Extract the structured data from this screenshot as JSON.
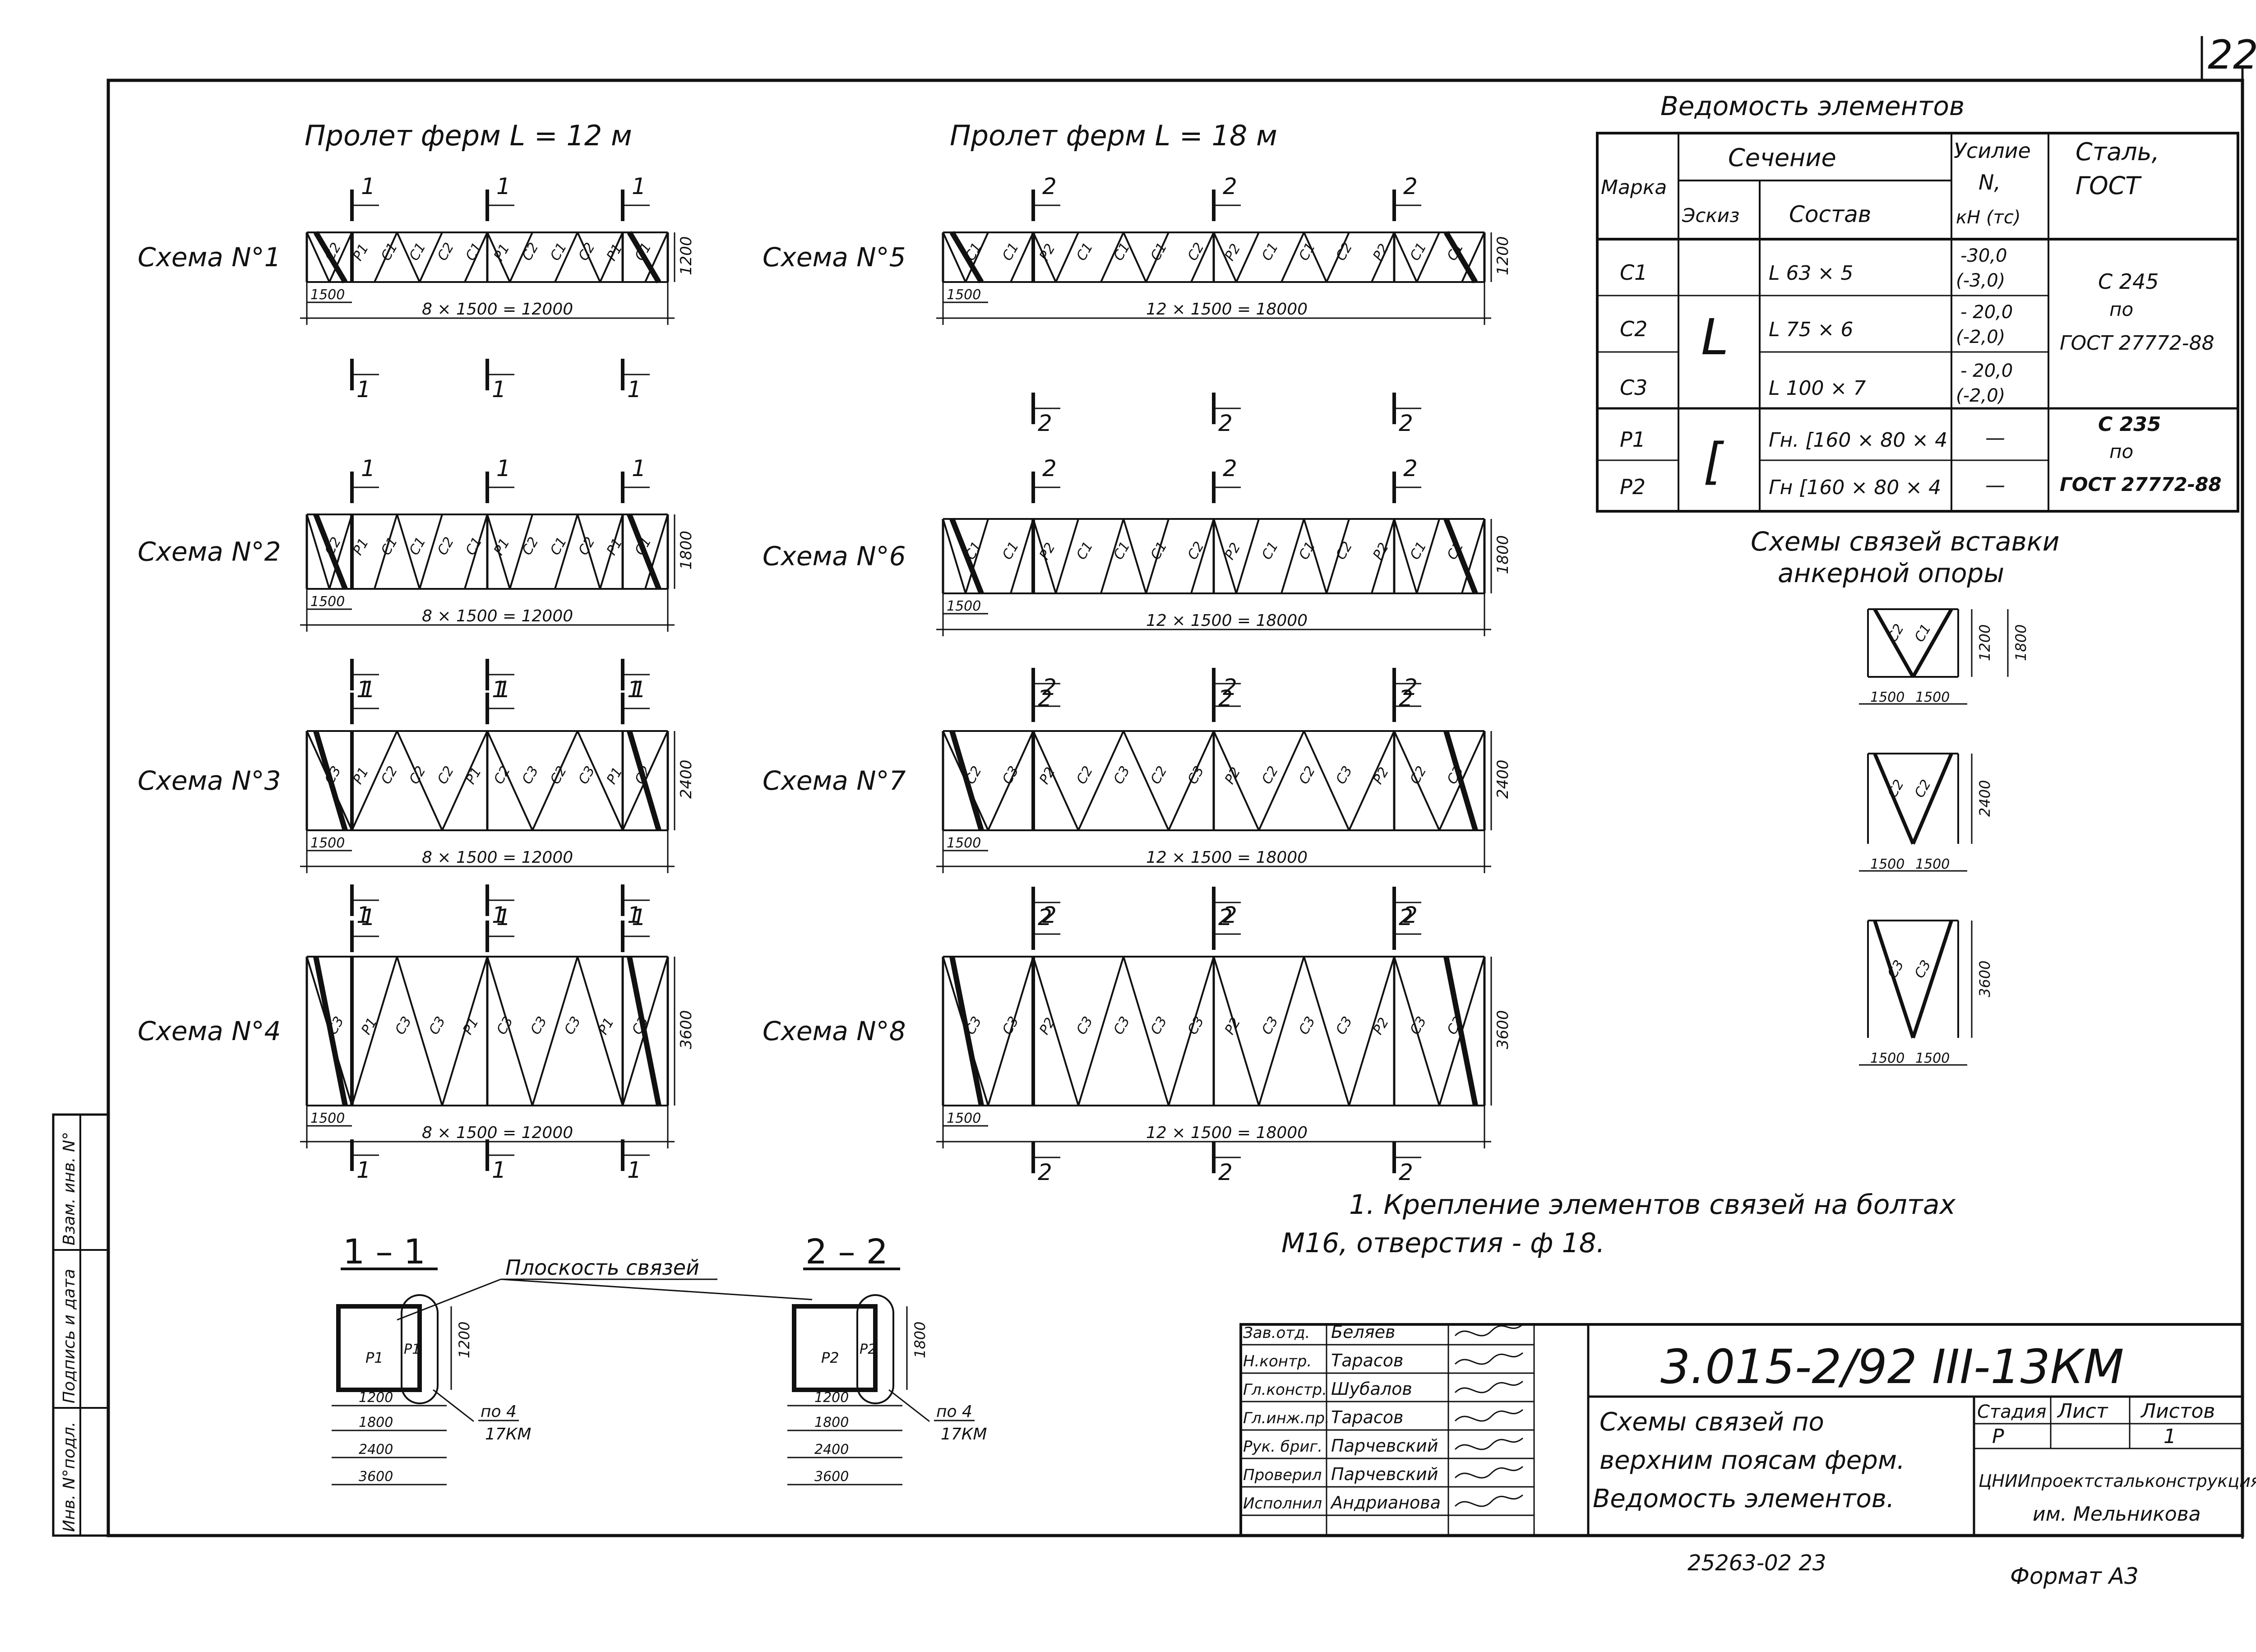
{
  "sheet_number": "22",
  "span_12": "Пролет ферм L = 12 м",
  "span_18": "Пролет ферм L = 18 м",
  "schemes": [
    {
      "name": "Схема N°1",
      "height": "1200",
      "dim": "8 × 1500 = 12000",
      "first": "1500",
      "mark": "1",
      "labels": [
        "С2",
        "Р1",
        "С1",
        "С1",
        "С2",
        "С1",
        "Р1",
        "С2",
        "С1",
        "С2",
        "Р1",
        "С1"
      ]
    },
    {
      "name": "Схема N°2",
      "height": "1800",
      "dim": "8 × 1500 = 12000",
      "first": "1500",
      "mark": "1",
      "labels": [
        "С2",
        "Р1",
        "С1",
        "С1",
        "С2",
        "С1",
        "Р1",
        "С2",
        "С1",
        "С2",
        "Р1",
        "С1"
      ]
    },
    {
      "name": "Схема N°3",
      "height": "2400",
      "dim": "8 × 1500 = 12000",
      "first": "1500",
      "mark": "1",
      "labels": [
        "С3",
        "Р1",
        "С2",
        "С2",
        "С2",
        "Р1",
        "С2",
        "С3",
        "С2",
        "С3",
        "Р1",
        "С2"
      ]
    },
    {
      "name": "Схема N°4",
      "height": "3600",
      "dim": "8 × 1500 = 12000",
      "first": "1500",
      "mark": "1",
      "labels": [
        "С3",
        "Р1",
        "С3",
        "С3",
        "Р1",
        "С3",
        "С3",
        "С3",
        "Р1",
        "С3"
      ]
    },
    {
      "name": "Схема N°5",
      "height": "1200",
      "dim": "12 × 1500 = 18000",
      "first": "1500",
      "mark": "2",
      "labels": [
        "С1",
        "С1",
        "Р2",
        "С1",
        "С1",
        "С1",
        "С2",
        "Р2",
        "С1",
        "С1",
        "С2",
        "Р2",
        "С1",
        "С1"
      ]
    },
    {
      "name": "Схема N°6",
      "height": "1800",
      "dim": "12 × 1500 = 18000",
      "first": "1500",
      "mark": "2",
      "labels": [
        "С1",
        "С1",
        "Р2",
        "С1",
        "С1",
        "С1",
        "С2",
        "Р2",
        "С1",
        "С1",
        "С2",
        "Р2",
        "С1",
        "С1"
      ]
    },
    {
      "name": "Схема N°7",
      "height": "2400",
      "dim": "12 × 1500 = 18000",
      "first": "1500",
      "mark": "2",
      "labels": [
        "С2",
        "С3",
        "Р2",
        "С2",
        "С3",
        "С2",
        "С3",
        "Р2",
        "С2",
        "С2",
        "С3",
        "Р2",
        "С2",
        "С3"
      ]
    },
    {
      "name": "Схема N°8",
      "height": "3600",
      "dim": "12 × 1500 = 18000",
      "first": "1500",
      "mark": "2",
      "labels": [
        "С3",
        "С3",
        "Р2",
        "С3",
        "С3",
        "С3",
        "С3",
        "Р2",
        "С3",
        "С3",
        "С3",
        "Р2",
        "С3",
        "С3"
      ]
    }
  ],
  "table": {
    "title": "Ведомость элементов",
    "h_mark": "Марка",
    "h_section": "Сечение",
    "h_sketch": "Эскиз",
    "h_composition": "Состав",
    "h_force": [
      "Усилие",
      "N,",
      "кН (тс)"
    ],
    "h_steel": [
      "Сталь,",
      "ГОСТ"
    ],
    "rows": [
      {
        "mark": "С1",
        "comp": "L 63 × 5",
        "force": [
          "-30,0",
          "(-3,0)"
        ]
      },
      {
        "mark": "С2",
        "comp": "L 75 × 6",
        "force": [
          "- 20,0",
          "(-2,0)"
        ]
      },
      {
        "mark": "С3",
        "comp": "L 100 × 7",
        "force": [
          "- 20,0",
          "(-2,0)"
        ]
      },
      {
        "mark": "Р1",
        "comp": "Гн. [160 × 80 × 4",
        "force": [
          "—"
        ]
      },
      {
        "mark": "Р2",
        "comp": "Гн [160 × 80 × 4",
        "force": [
          "—"
        ]
      }
    ],
    "steel_1": [
      "С 245",
      "по",
      "ГОСТ 27772-88"
    ],
    "steel_2": [
      "С 235",
      "по",
      "ГОСТ 27772-88"
    ],
    "sketch_angle": "L",
    "sketch_channel": "[",
    "anchor_title": [
      "Схемы связей вставки",
      "анкерной опоры"
    ]
  },
  "anchor_schemes": [
    {
      "labels": [
        "С2",
        "С1"
      ],
      "h1": "1200",
      "h2": "1800",
      "w1": "1500",
      "w2": "1500"
    },
    {
      "labels": [
        "С2",
        "С2"
      ],
      "h1": "2400",
      "w1": "1500",
      "w2": "1500"
    },
    {
      "labels": [
        "С3",
        "С3"
      ],
      "h1": "3600",
      "w1": "1500",
      "w2": "1500"
    }
  ],
  "note": [
    "1. Крепление элементов связей на болтах",
    "М16, отверстия - ф 18."
  ],
  "section_1": {
    "title": "1 – 1",
    "plane": "Плоскость связей",
    "p_labels": [
      "Р1",
      "Р1"
    ],
    "height": "1200",
    "dims": [
      "1200",
      "1800",
      "2400",
      "3600"
    ],
    "ref": [
      "по 4",
      "17КМ"
    ]
  },
  "section_2": {
    "title": "2 – 2",
    "p_labels": [
      "Р2",
      "Р2"
    ],
    "height": "1800",
    "dims": [
      "1200",
      "1800",
      "2400",
      "3600"
    ],
    "ref": [
      "по 4",
      "17КМ"
    ]
  },
  "title_block": {
    "code": "3.015-2/92 III-13КМ",
    "roles": [
      "Зав.отд.",
      "Н.контр.",
      "Гл.констр.",
      "Гл.инж.пр.",
      "Рук. бриг.",
      "Проверил",
      "Исполнил"
    ],
    "names": [
      "Беляев",
      "Тарасов",
      "Шубалов",
      "Тарасов",
      "Парчевский",
      "Парчевский",
      "Андрианова"
    ],
    "description": [
      "Схемы связей по",
      "верхним поясам ферм.",
      "Ведомость элементов."
    ],
    "h_stage": "Стадия",
    "h_sheet": "Лист",
    "h_sheets": "Листов",
    "stage": "Р",
    "sheet": "1",
    "org": [
      "ЦНИИпроектстальконструкция",
      "им. Мельникова"
    ]
  },
  "left_stamp": [
    "Инв. N°подл.",
    "Подпись и дата",
    "Взам. инв. N°"
  ],
  "bottom_number": "25263-02   23",
  "format": "Формат А3"
}
